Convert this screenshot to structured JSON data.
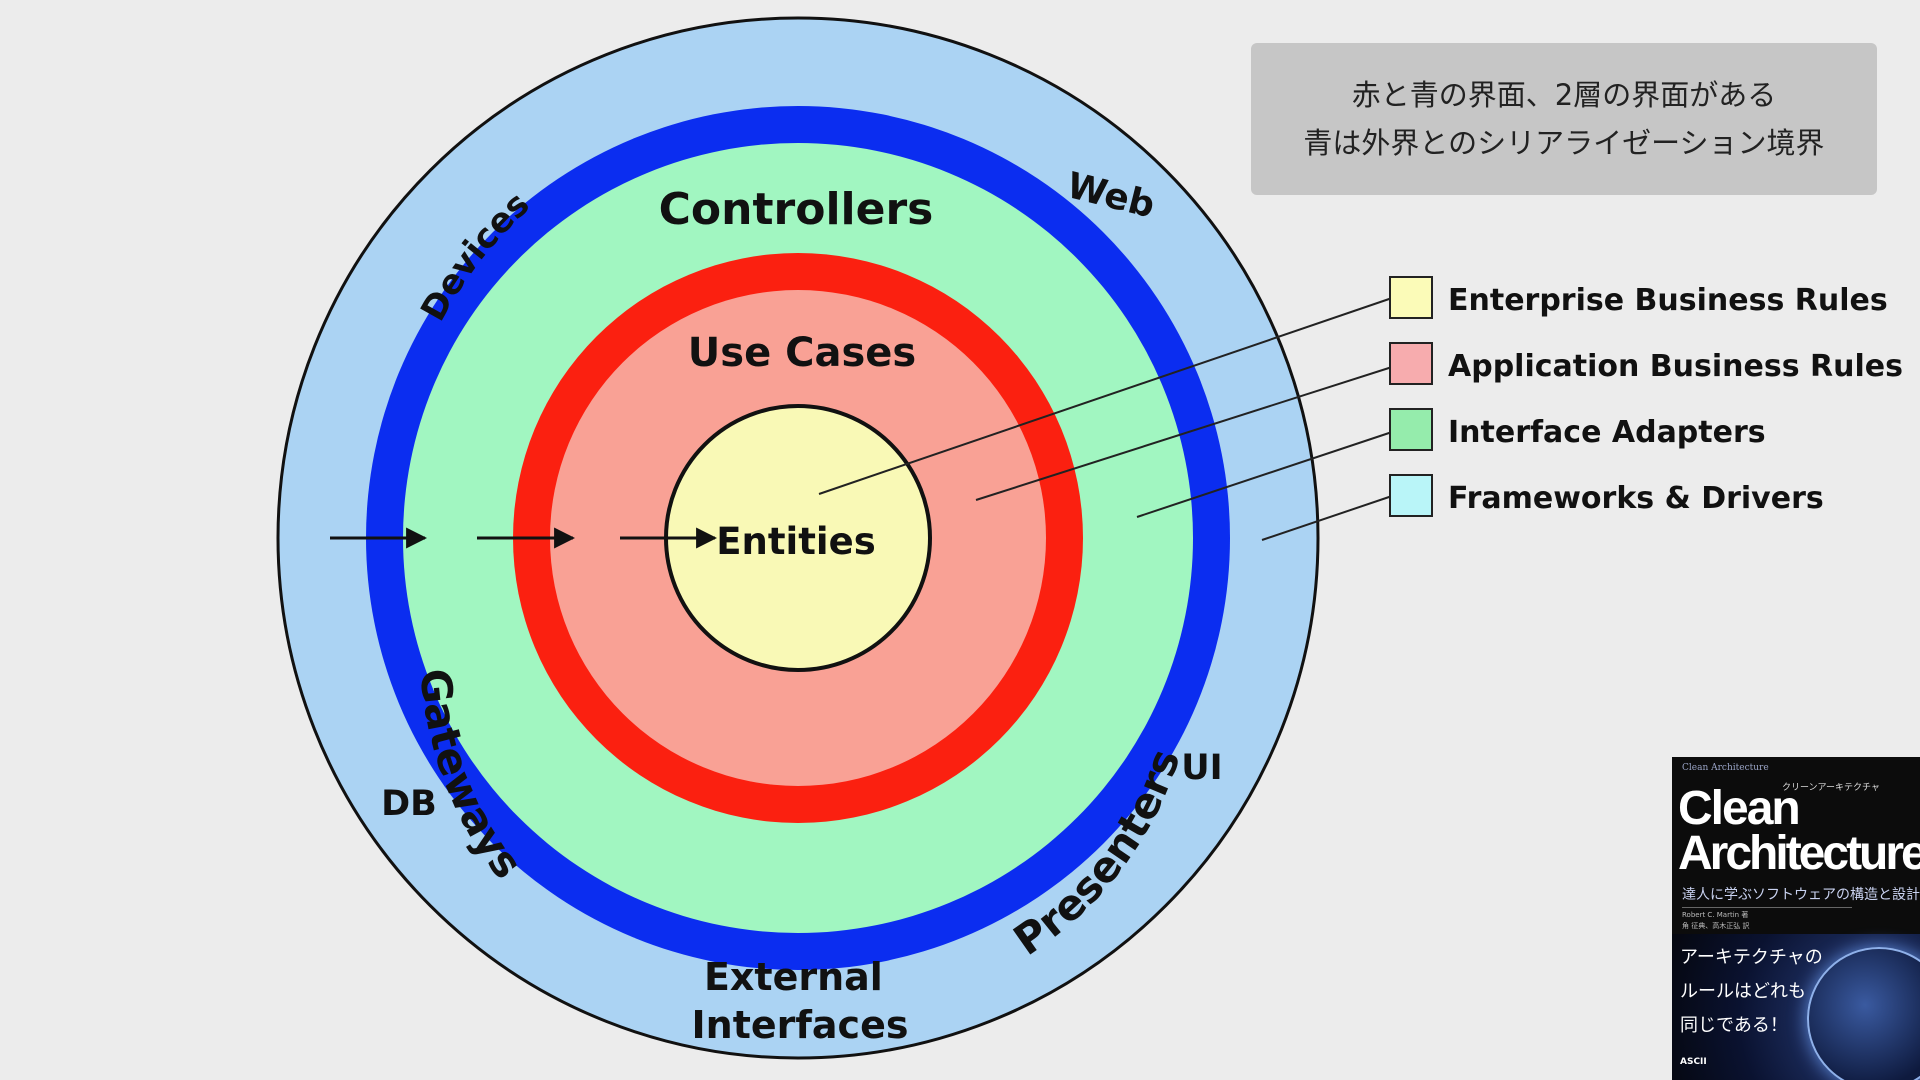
{
  "diagram": {
    "rings": {
      "outer": [
        "Devices",
        "Web",
        "DB",
        "UI",
        "External Interfaces"
      ],
      "adapters": [
        "Controllers",
        "Gateways",
        "Presenters"
      ],
      "use_cases": "Use Cases",
      "core": "Entities"
    },
    "legend": [
      {
        "label": "Enterprise Business Rules",
        "color": "#fbfbb8"
      },
      {
        "label": "Application Business Rules",
        "color": "#f7acae"
      },
      {
        "label": "Interface Adapters",
        "color": "#95ecac"
      },
      {
        "label": "Frameworks & Drivers",
        "color": "#b9f5f8"
      }
    ],
    "colors": {
      "frameworks": "#abd3f3",
      "adapters": "#a1f6c1",
      "use_cases": "#f9a195",
      "entities": "#f9f9b6",
      "blue_boundary": "#0b2df0",
      "red_boundary": "#fb2010"
    }
  },
  "note": {
    "line1": "赤と青の界面、2層の界面がある",
    "line2": "青は外界とのシリアライゼーション境界"
  },
  "book": {
    "series": "Clean Architecture",
    "ruby": "クリーンアーキテクチャ",
    "title_line1": "Clean",
    "title_line2": "Architecture",
    "subtitle": "達人に学ぶソフトウェアの構造と設計",
    "author": "Robert C. Martin 著",
    "translators": "角 征典、高木正弘 訳",
    "tagline": [
      "アーキテクチャの",
      "ルールはどれも",
      "同じである！"
    ],
    "publisher": "ASCII"
  }
}
